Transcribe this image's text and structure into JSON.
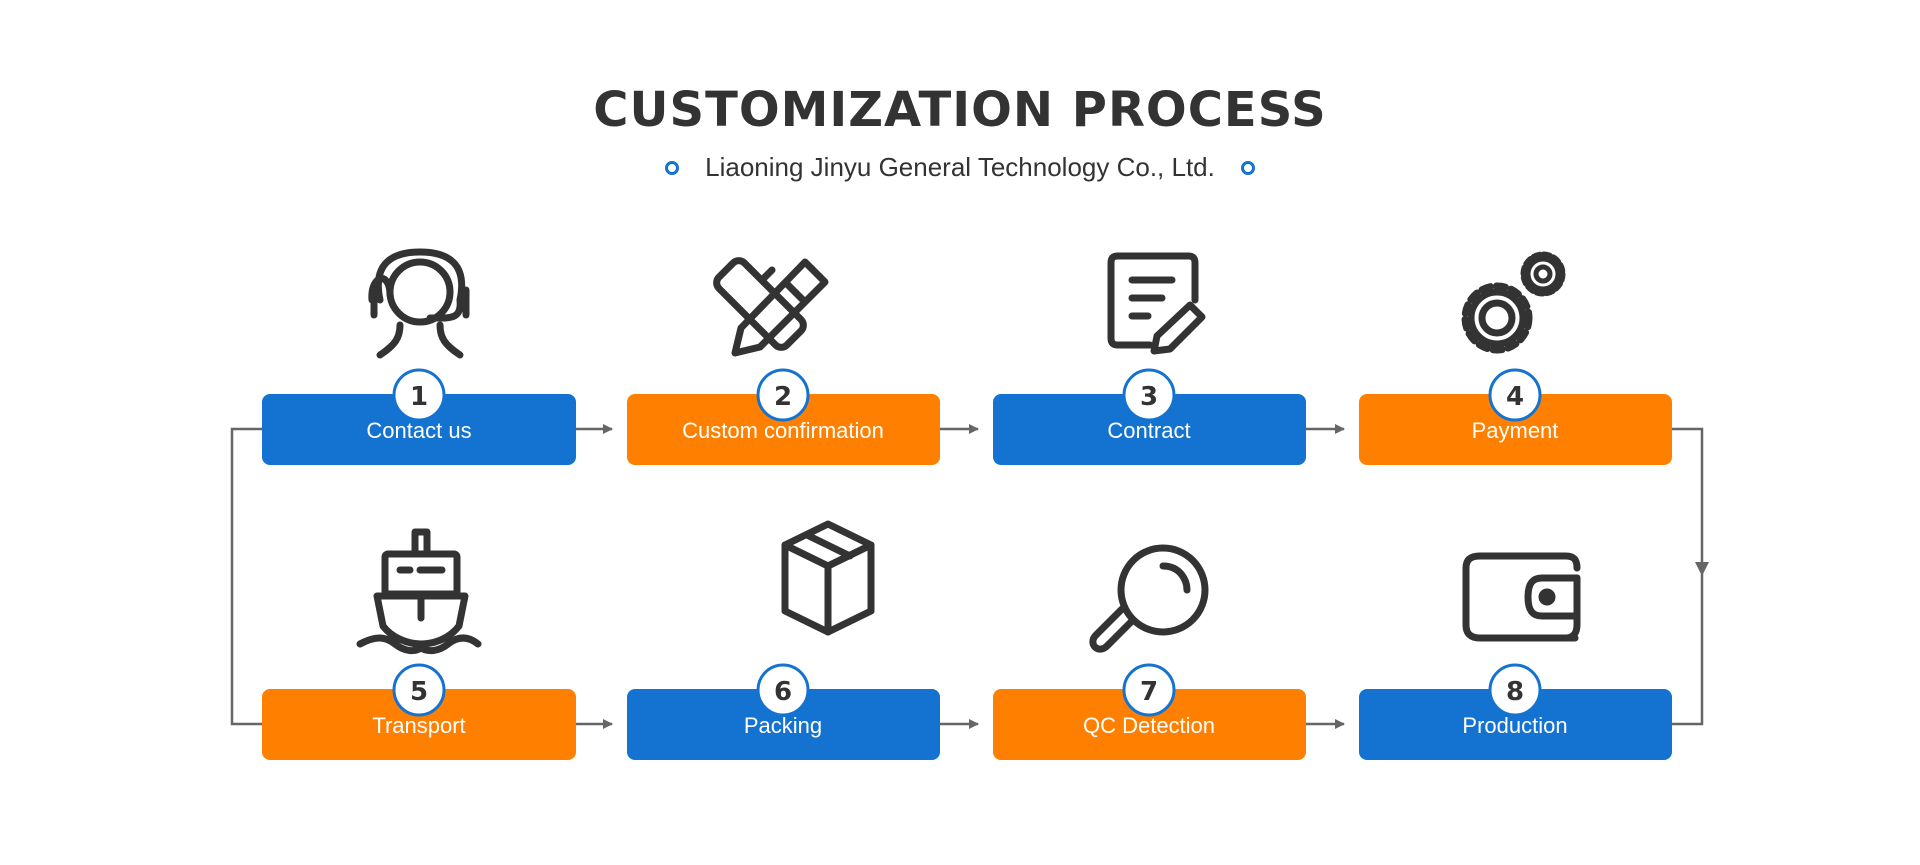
{
  "header": {
    "title": "CUSTOMIZATION PROCESS",
    "subtitle": "Liaoning Jinyu General Technology Co., Ltd."
  },
  "colors": {
    "blue": "#1473d0",
    "orange": "#ff8000",
    "dark": "#333333",
    "connector": "#666666"
  },
  "steps": [
    {
      "number": "1",
      "label": "Contact us",
      "color": "blue",
      "icon": "headset-agent-icon"
    },
    {
      "number": "2",
      "label": "Custom confirmation",
      "color": "orange",
      "icon": "pencil-ruler-icon"
    },
    {
      "number": "3",
      "label": "Contract",
      "color": "blue",
      "icon": "document-edit-icon"
    },
    {
      "number": "4",
      "label": "Payment",
      "color": "orange",
      "icon": "gears-icon"
    },
    {
      "number": "5",
      "label": "Transport",
      "color": "orange",
      "icon": "ship-icon"
    },
    {
      "number": "6",
      "label": "Packing",
      "color": "blue",
      "icon": "box-icon"
    },
    {
      "number": "7",
      "label": "QC Detection",
      "color": "orange",
      "icon": "magnifier-icon"
    },
    {
      "number": "8",
      "label": "Production",
      "color": "blue",
      "icon": "wallet-icon"
    }
  ]
}
